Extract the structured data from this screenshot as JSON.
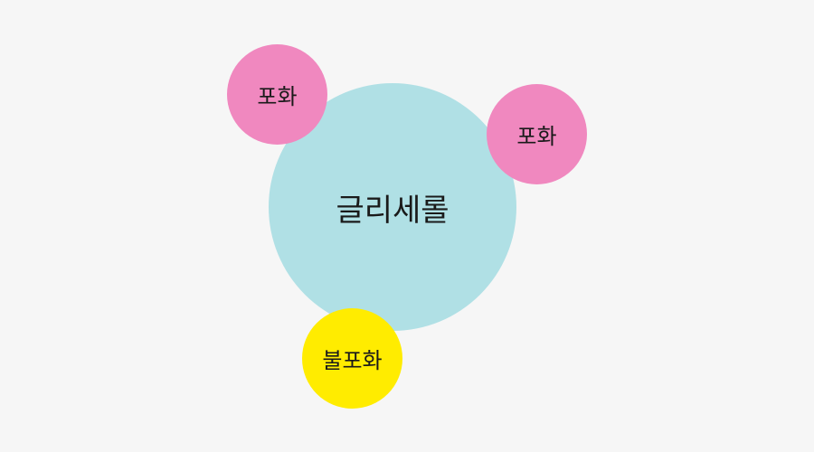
{
  "diagram": {
    "center": {
      "label": "글리세롤",
      "color": "#b0e0e5"
    },
    "satellites": [
      {
        "label": "포화",
        "color": "#f088bf",
        "position": "top-left"
      },
      {
        "label": "포화",
        "color": "#f088bf",
        "position": "right"
      },
      {
        "label": "불포화",
        "color": "#ffec00",
        "position": "bottom"
      }
    ]
  }
}
